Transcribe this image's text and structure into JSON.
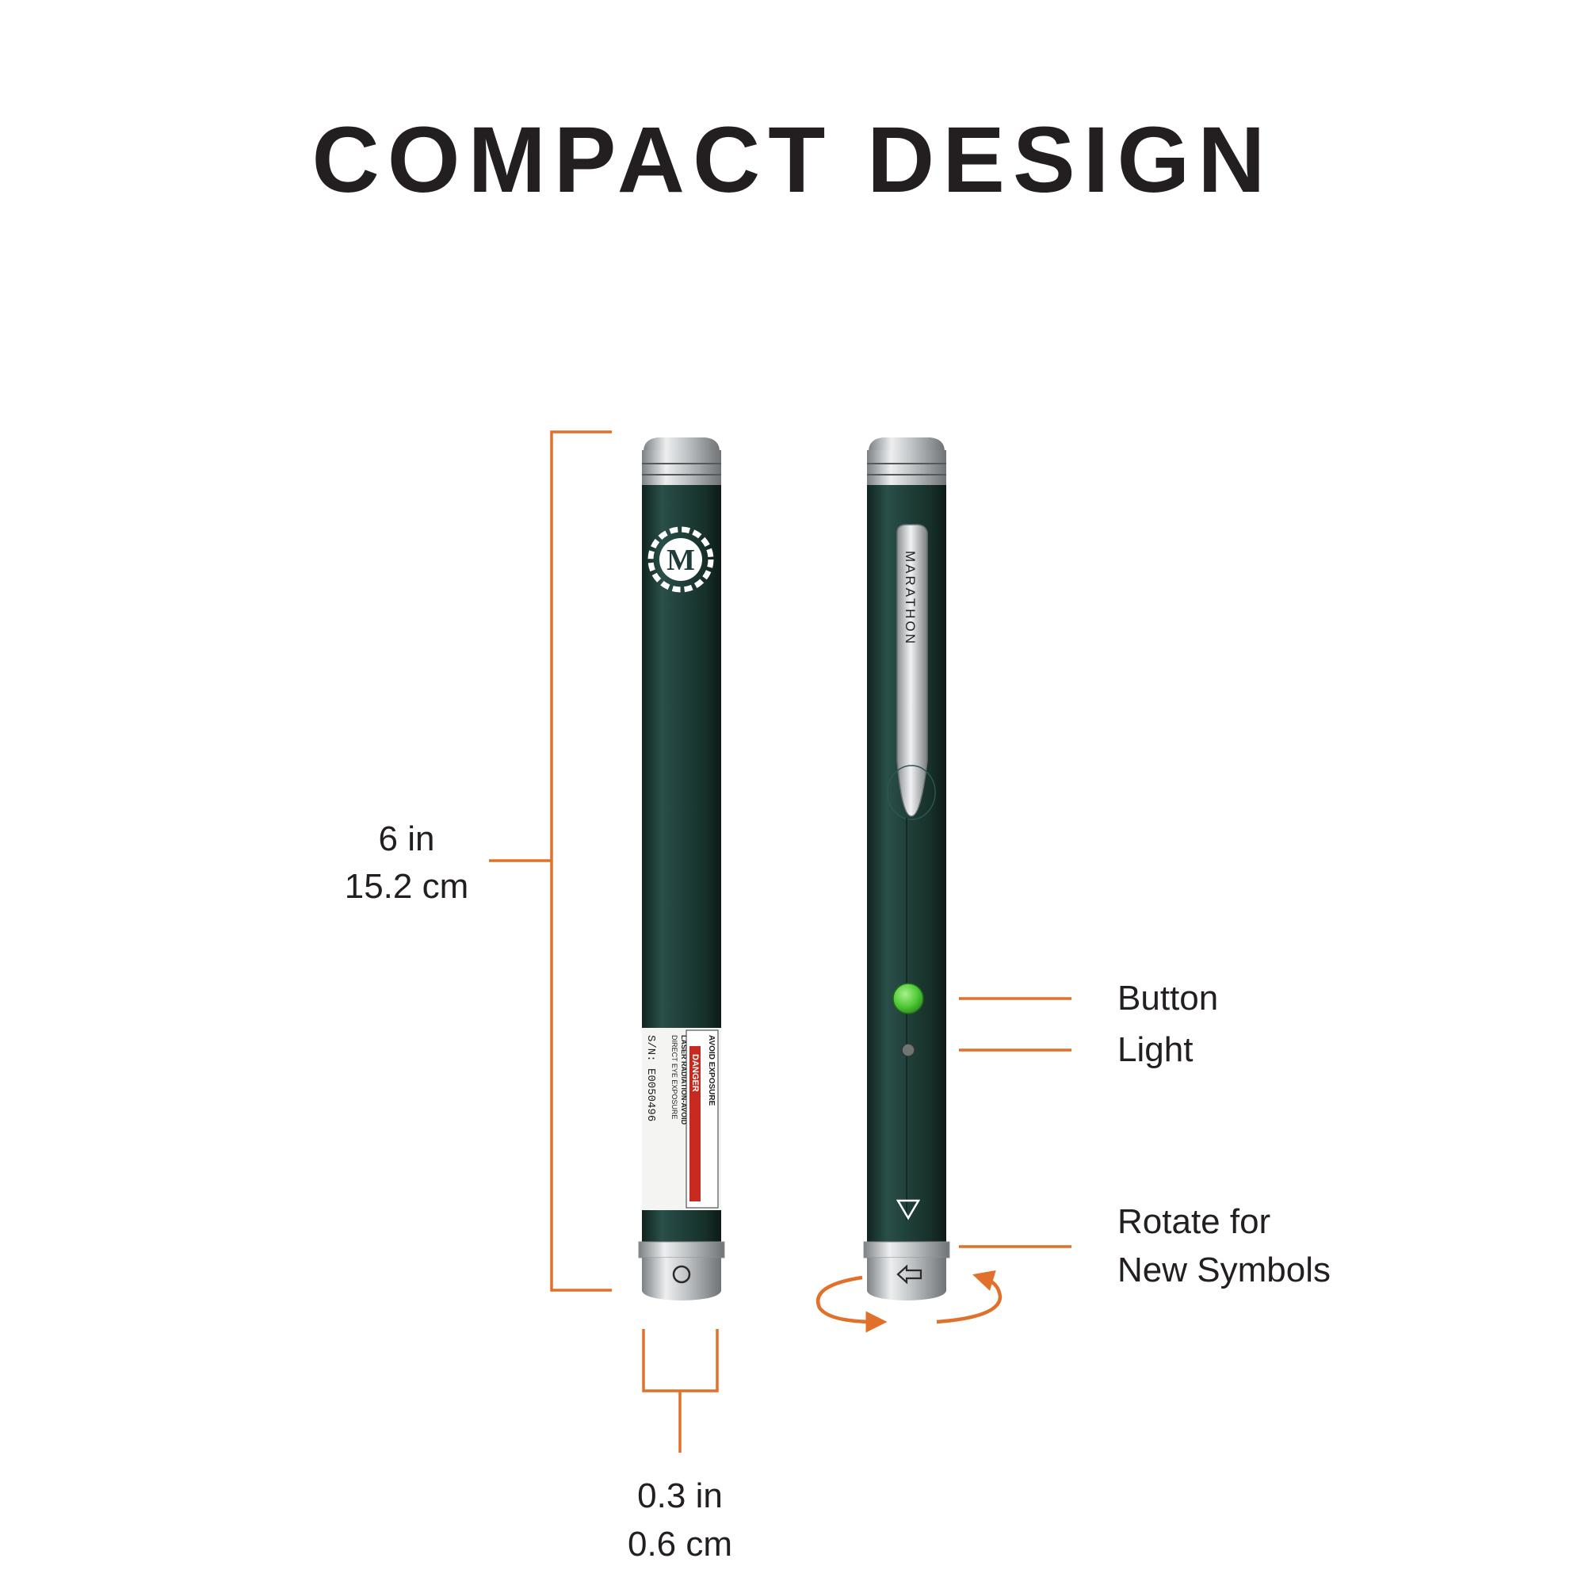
{
  "title": "COMPACT DESIGN",
  "colors": {
    "accent": "#e0702a",
    "body": "#1f3d3a",
    "metal": "#c8cacc",
    "button": "#5ed141",
    "text": "#231f20"
  },
  "dimensions": {
    "length_in": "6 in",
    "length_cm": "15.2 cm",
    "width_in": "0.3 in",
    "width_cm": "0.6 cm"
  },
  "callouts": {
    "button": "Button",
    "light": "Light",
    "rotate_line1": "Rotate for",
    "rotate_line2": "New Symbols"
  },
  "product": {
    "brand": "MARATHON",
    "logo_letter": "M",
    "rear_symbol": "circle-icon",
    "front_symbol": "triangle-down-icon",
    "cap_symbol": "arrow-left-icon",
    "label_warning": "AVOID EXPOSURE",
    "label_danger": "DANGER",
    "label_line1": "LASER RADIATION-AVOID",
    "label_line2": "DIRECT EYE EXPOSURE",
    "label_serial": "S/N: E0050496"
  }
}
